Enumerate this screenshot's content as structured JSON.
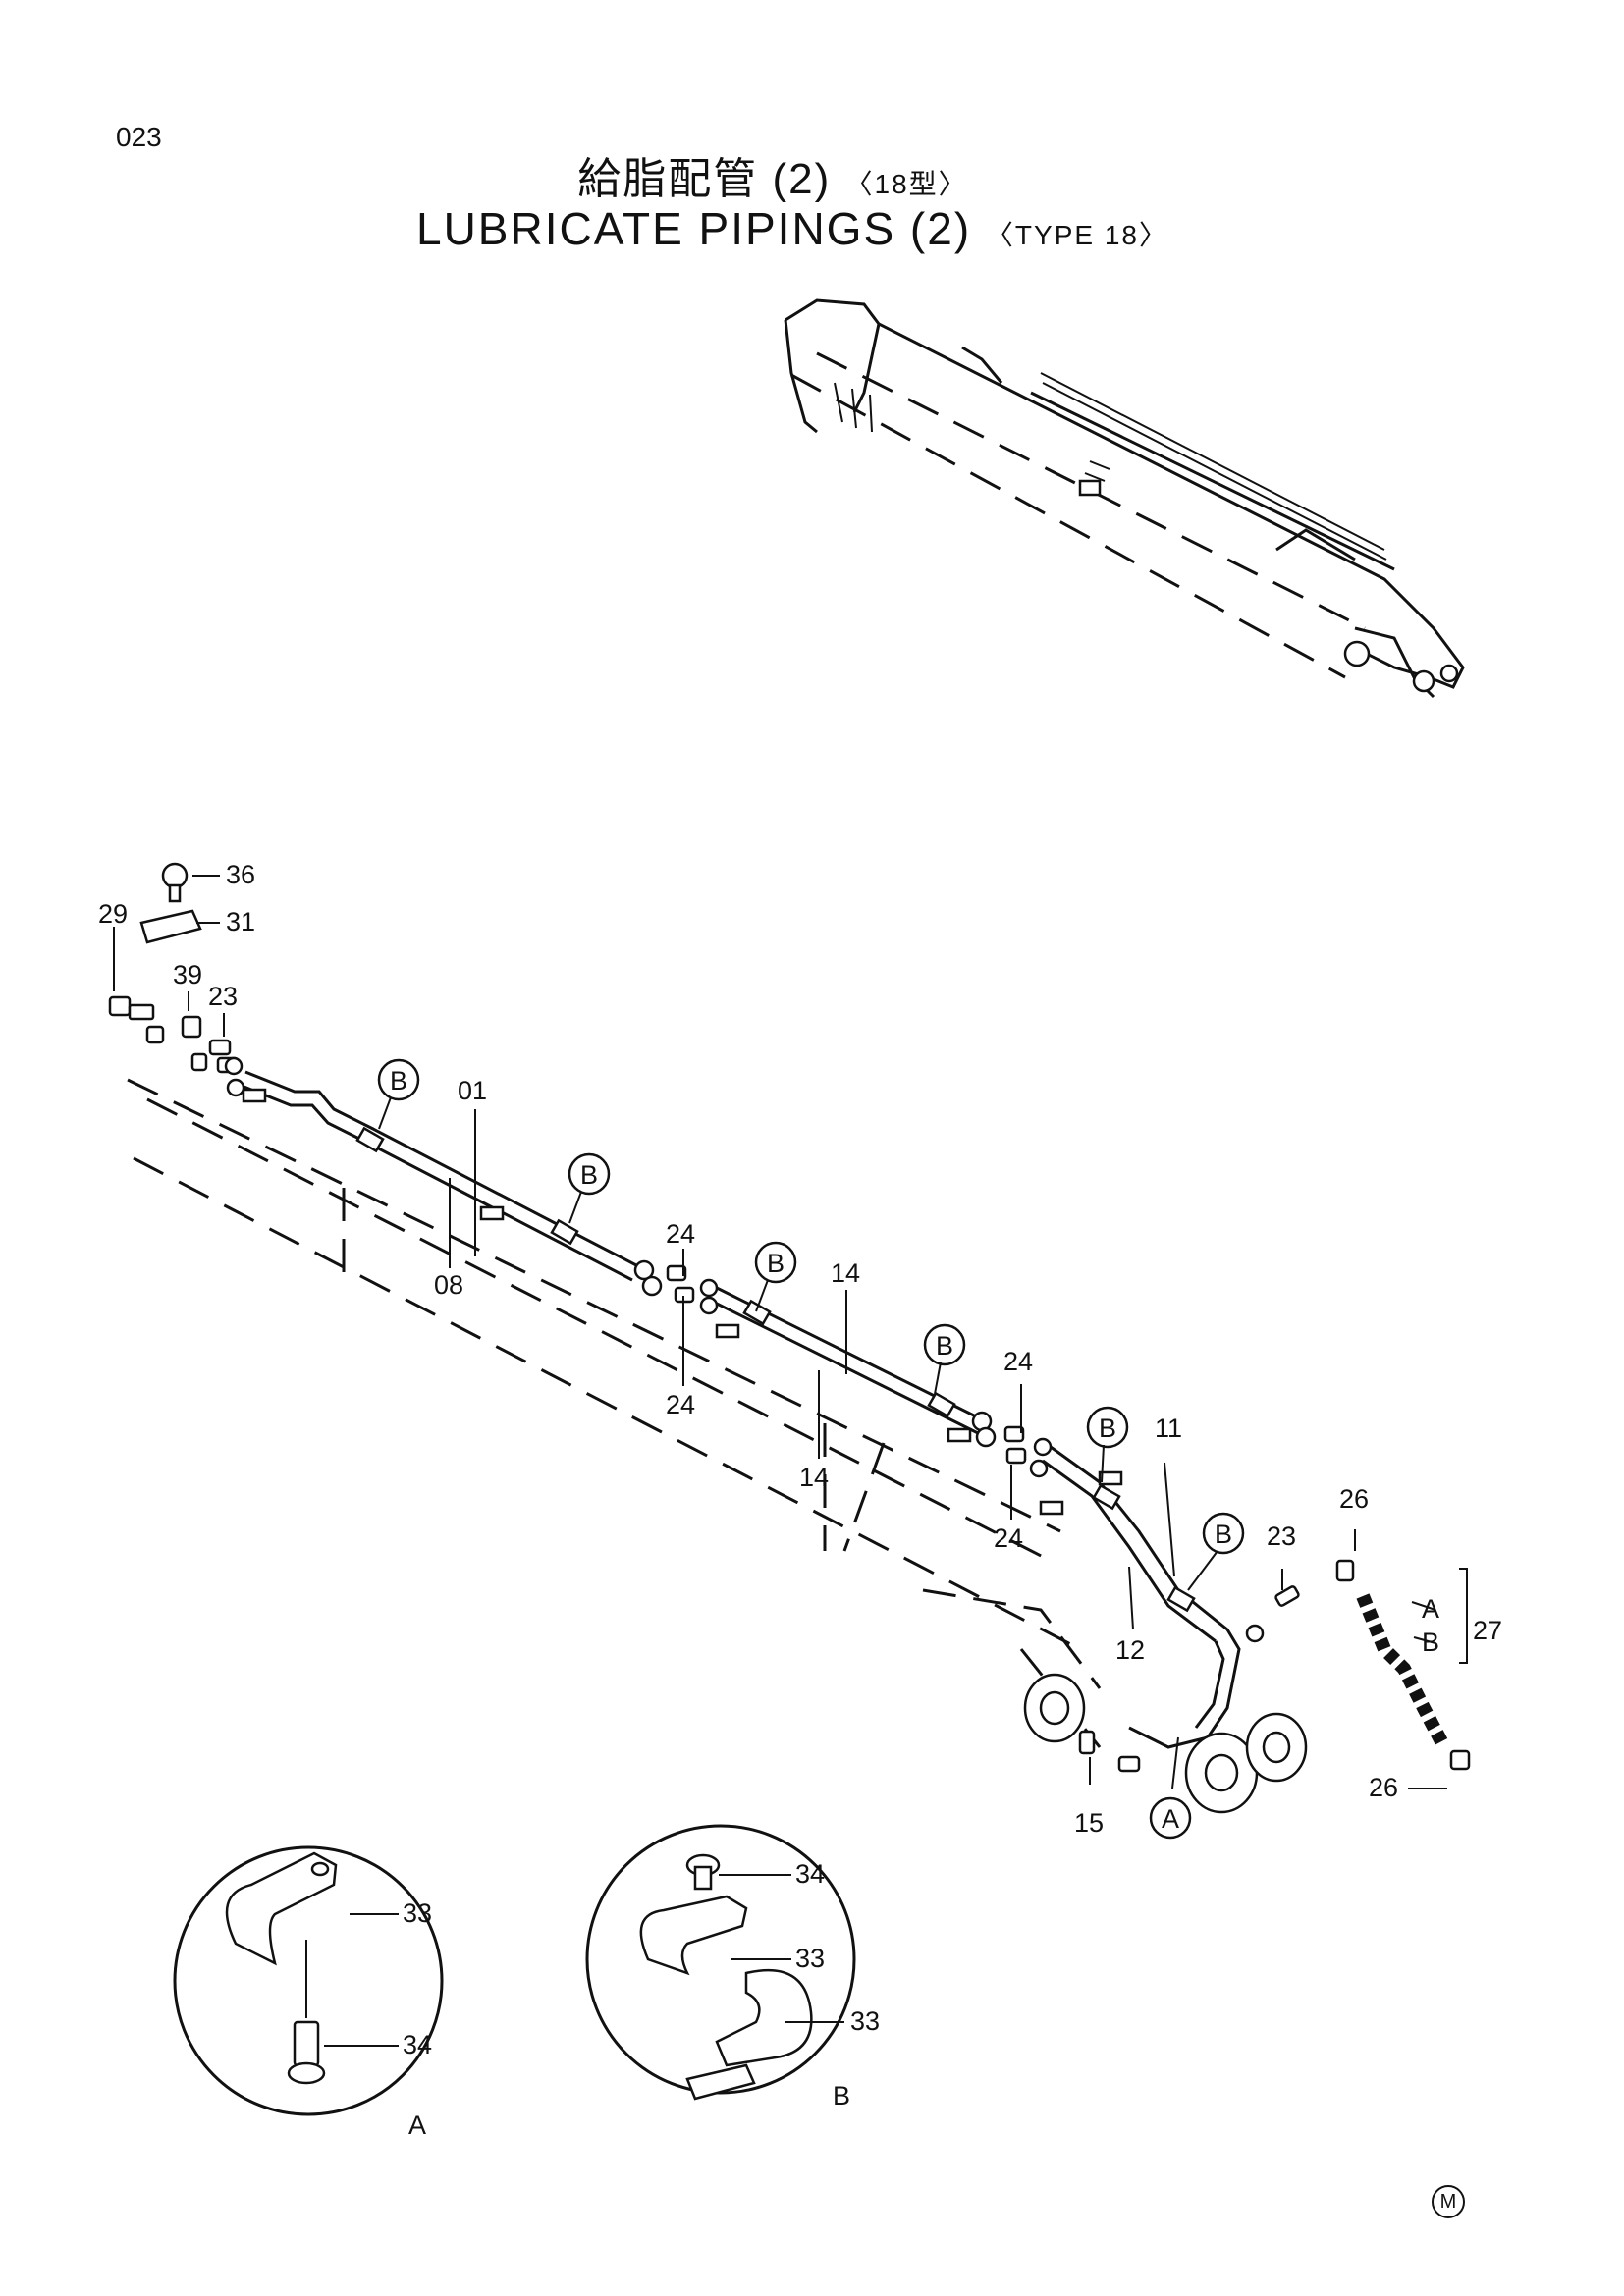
{
  "page_number": "023",
  "title_jp": {
    "main": "給脂配管 (2)",
    "type": "〈18型〉"
  },
  "title_en": {
    "main": "LUBRICATE  PIPINGS  (2)",
    "type": "〈TYPE 18〉"
  },
  "callouts": {
    "c36": "36",
    "c31": "31",
    "c29": "29",
    "c39": "39",
    "c23a": "23",
    "c01": "01",
    "c08": "08",
    "c24a": "24",
    "c24b": "24",
    "c14a": "14",
    "c14b": "14",
    "c24c": "24",
    "c24d": "24",
    "c11": "11",
    "c23b": "23",
    "c12": "12",
    "c26a": "26",
    "c26b": "26",
    "c27": "27",
    "c15": "15",
    "ca": "A",
    "cb": "B"
  },
  "detail_markers": {
    "b1": "B",
    "b2": "B",
    "b3": "B",
    "b4": "B",
    "b5": "B",
    "b6": "B",
    "a1": "A"
  },
  "detail_a": {
    "label": "A",
    "c33": "33",
    "c34": "34"
  },
  "detail_b": {
    "label": "B",
    "c34": "34",
    "c33a": "33",
    "c33b": "33"
  },
  "maker_mark": "M"
}
